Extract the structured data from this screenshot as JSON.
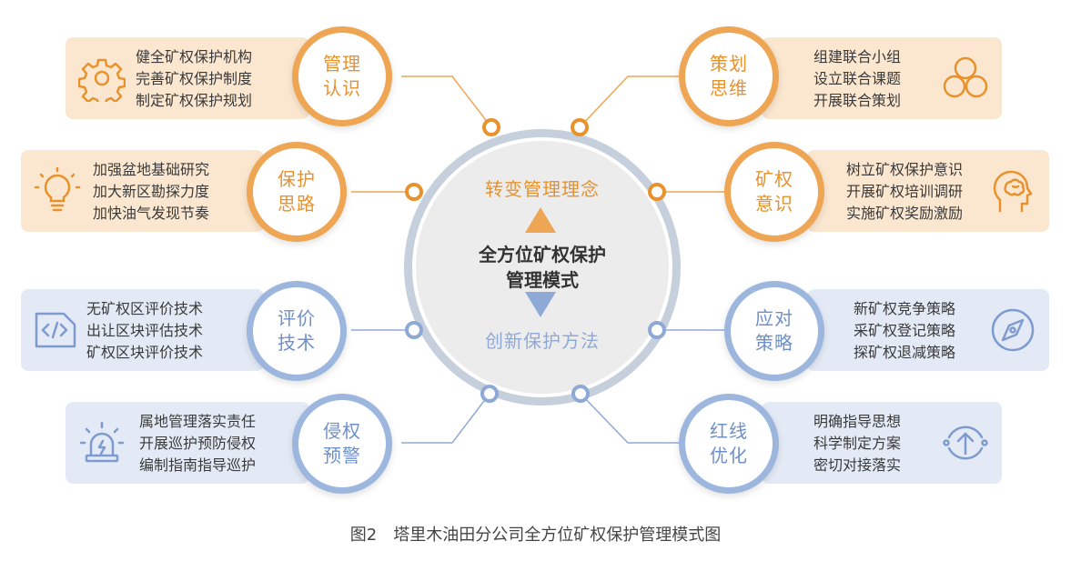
{
  "center": {
    "top": "转变管理理念",
    "main": [
      "全方位矿权保护",
      "管理模式"
    ],
    "bottom": "创新保护方法"
  },
  "modules": [
    {
      "id": "guanli-renshi",
      "title": [
        "管理",
        "认识"
      ],
      "items": [
        "健全矿权保护机构",
        "完善矿权保护制度",
        "制定矿权保护规划"
      ],
      "icon": "gear-icon",
      "color": "#e8922e"
    },
    {
      "id": "baohu-silu",
      "title": [
        "保护",
        "思路"
      ],
      "items": [
        "加强盆地基础研究",
        "加大新区勘探力度",
        "加快油气发现节奏"
      ],
      "icon": "lightbulb-icon",
      "color": "#e8922e"
    },
    {
      "id": "pingjia-jishu",
      "title": [
        "评价",
        "技术"
      ],
      "items": [
        "无矿权区评价技术",
        "出让区块评估技术",
        "矿权区块评价技术"
      ],
      "icon": "code-file-icon",
      "color": "#8fa9d6"
    },
    {
      "id": "qinquan-yujing",
      "title": [
        "侵权",
        "预警"
      ],
      "items": [
        "属地管理落实责任",
        "开展巡护预防侵权",
        "编制指南指导巡护"
      ],
      "icon": "alarm-light-icon",
      "color": "#8fa9d6"
    },
    {
      "id": "cehua-siwei",
      "title": [
        "策划",
        "思维"
      ],
      "items": [
        "组建联合小组",
        "设立联合课题",
        "开展联合策划"
      ],
      "icon": "team-circles-icon",
      "color": "#e8922e"
    },
    {
      "id": "kuangquan-yishi",
      "title": [
        "矿权",
        "意识"
      ],
      "items": [
        "树立矿权保护意识",
        "开展矿权培训调研",
        "实施矿权奖励激励"
      ],
      "icon": "head-brain-icon",
      "color": "#e8922e"
    },
    {
      "id": "yingdui-celue",
      "title": [
        "应对",
        "策略"
      ],
      "items": [
        "新矿权竞争策略",
        "采矿权登记策略",
        "探矿权退减策略"
      ],
      "icon": "compass-icon",
      "color": "#8fa9d6"
    },
    {
      "id": "hongxian-youhua",
      "title": [
        "红线",
        "优化"
      ],
      "items": [
        "明确指导思想",
        "科学制定方案",
        "密切对接落实"
      ],
      "icon": "upload-circle-icon",
      "color": "#8fa9d6"
    }
  ],
  "caption": "图2　塔里木油田分公司全方位矿权保护管理模式图"
}
